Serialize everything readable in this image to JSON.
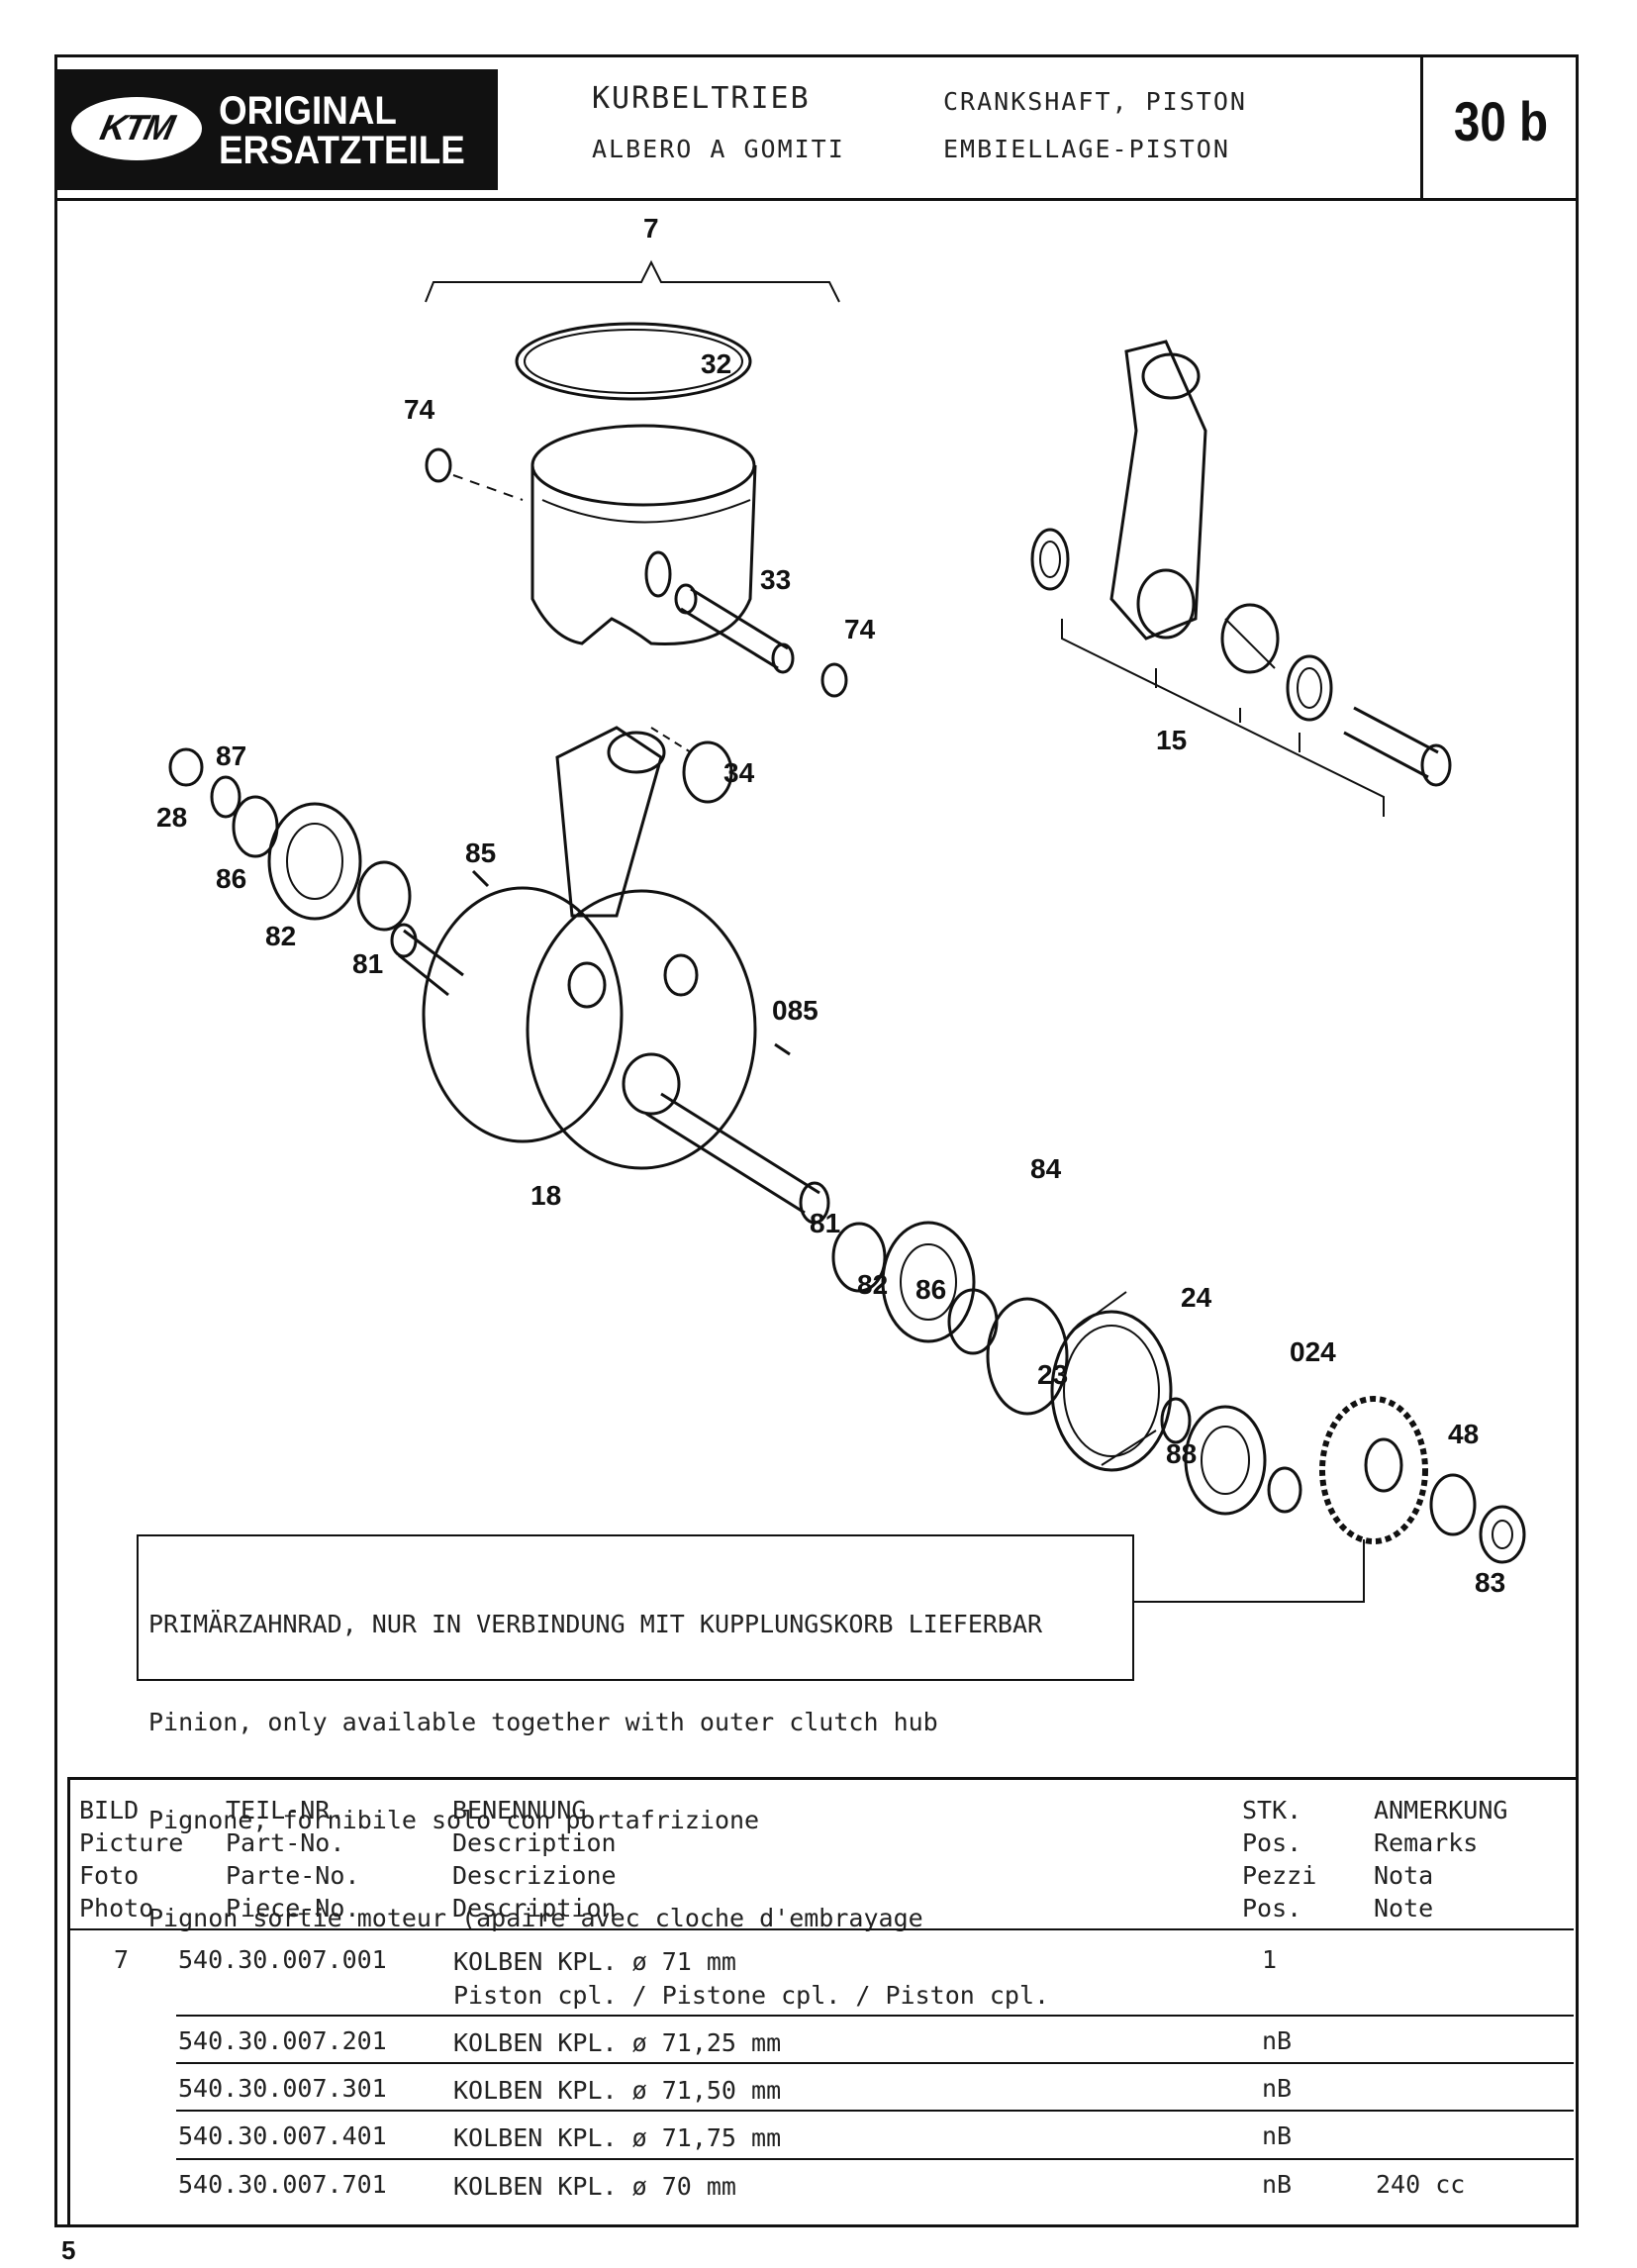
{
  "header": {
    "logo_ktm": "KTM",
    "logo_line1": "ORIGINAL",
    "logo_line2": "ERSATZTEILE",
    "title_de": "KURBELTRIEB",
    "title_it": "ALBERO A GOMITI",
    "title_en": "CRANKSHAFT, PISTON",
    "title_fr": "EMBIELLAGE-PISTON",
    "page_code": "30 b"
  },
  "diagram": {
    "labels": [
      "7",
      "32",
      "74",
      "33",
      "74",
      "15",
      "87",
      "28",
      "34",
      "86",
      "85",
      "82",
      "81",
      "085",
      "18",
      "84",
      "81",
      "82",
      "86",
      "24",
      "23",
      "024",
      "88",
      "48",
      "83"
    ]
  },
  "note": {
    "line_de": "PRIMÄRZAHNRAD, NUR IN VERBINDUNG MIT KUPPLUNGSKORB LIEFERBAR",
    "line_en": "Pinion, only available together with outer clutch hub",
    "line_it": "Pignone, fornibile solo con portafrizione",
    "line_fr": "Pignon sortie moteur (apaire avec cloche d'embrayage"
  },
  "table": {
    "headers": {
      "bild": [
        "BILD",
        "Picture",
        "Foto",
        "Photo"
      ],
      "teil": [
        "TEIL-NR.",
        "Part-No.",
        "Parte-No.",
        "Piece-No."
      ],
      "benennung": [
        "BENENNUNG",
        "Description",
        "Descrizione",
        "Description"
      ],
      "stk": [
        "STK.",
        "Pos.",
        "Pezzi",
        "Pos."
      ],
      "anmerkung": [
        "ANMERKUNG",
        "Remarks",
        "Nota",
        "Note"
      ]
    },
    "rows": [
      {
        "bild": "7",
        "part": "540.30.007.001",
        "desc1": "KOLBEN KPL. ø 71 mm",
        "desc2": "Piston cpl. / Pistone cpl. / Piston cpl.",
        "qty": "1",
        "remark": ""
      },
      {
        "bild": "",
        "part": "540.30.007.201",
        "desc1": "KOLBEN KPL. ø 71,25 mm",
        "desc2": "",
        "qty": "nB",
        "remark": ""
      },
      {
        "bild": "",
        "part": "540.30.007.301",
        "desc1": "KOLBEN KPL. ø 71,50 mm",
        "desc2": "",
        "qty": "nB",
        "remark": ""
      },
      {
        "bild": "",
        "part": "540.30.007.401",
        "desc1": "KOLBEN KPL. ø 71,75 mm",
        "desc2": "",
        "qty": "nB",
        "remark": ""
      },
      {
        "bild": "",
        "part": "540.30.007.701",
        "desc1": "KOLBEN KPL. ø 70 mm",
        "desc2": "",
        "qty": "nB",
        "remark": "240 cc"
      }
    ]
  },
  "footer": {
    "page_number": "5"
  }
}
